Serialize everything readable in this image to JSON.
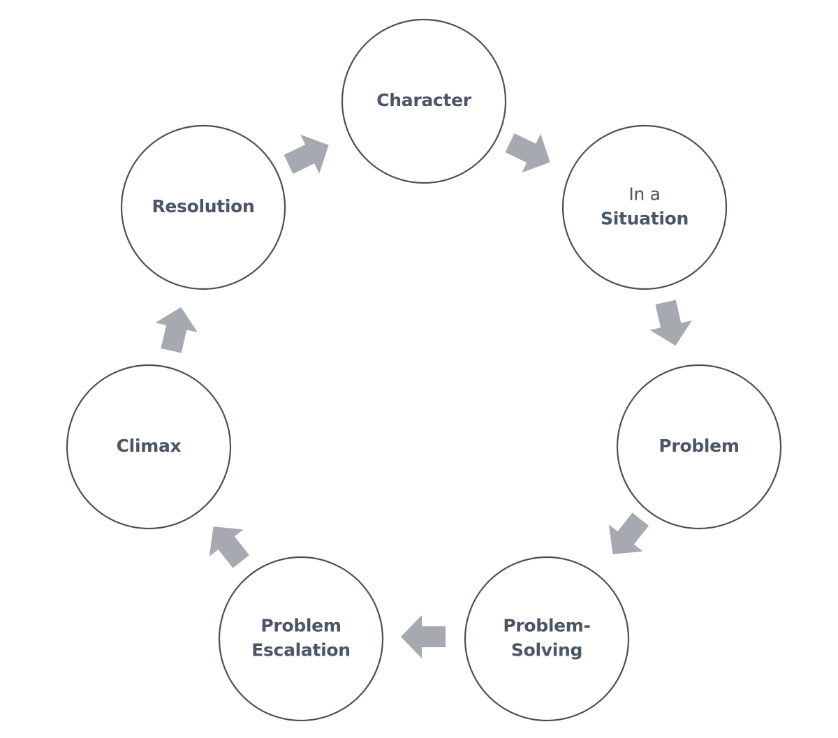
{
  "diagram": {
    "type": "cycle",
    "nodes": [
      {
        "id": "character",
        "lines": [
          "Character"
        ],
        "styles": [
          "bold"
        ]
      },
      {
        "id": "situation",
        "lines": [
          "In a",
          "Situation"
        ],
        "styles": [
          "normal",
          "bold"
        ]
      },
      {
        "id": "problem",
        "lines": [
          "Problem"
        ],
        "styles": [
          "bold"
        ]
      },
      {
        "id": "problem-solving",
        "lines": [
          "Problem-",
          "Solving"
        ],
        "styles": [
          "bold",
          "bold"
        ]
      },
      {
        "id": "problem-escalation",
        "lines": [
          "Problem",
          "Escalation"
        ],
        "styles": [
          "bold",
          "bold"
        ]
      },
      {
        "id": "climax",
        "lines": [
          "Climax"
        ],
        "styles": [
          "bold"
        ]
      },
      {
        "id": "resolution",
        "lines": [
          "Resolution"
        ],
        "styles": [
          "bold"
        ]
      }
    ],
    "edges": [
      {
        "from": "character",
        "to": "situation"
      },
      {
        "from": "situation",
        "to": "problem"
      },
      {
        "from": "problem",
        "to": "problem-solving"
      },
      {
        "from": "problem-solving",
        "to": "problem-escalation"
      },
      {
        "from": "problem-escalation",
        "to": "climax"
      },
      {
        "from": "climax",
        "to": "resolution"
      },
      {
        "from": "resolution",
        "to": "character"
      }
    ],
    "colors": {
      "circle_stroke": "#4a4f5a",
      "text": "#4b5566",
      "arrow": "#a6a9b0"
    }
  }
}
